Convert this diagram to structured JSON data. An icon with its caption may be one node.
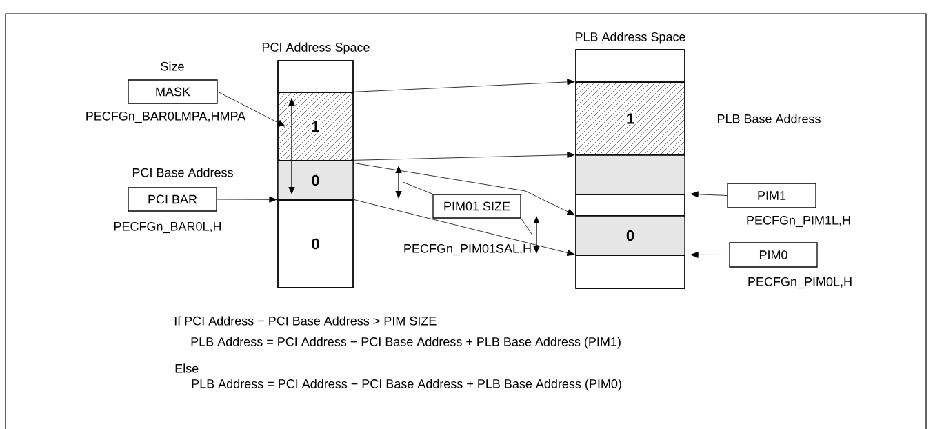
{
  "diagram": {
    "nodes": [
      {
        "text": [
          "PCI Address Space"
        ]
      },
      {
        "text": [],
        "shape": "box",
        "in": 0
      },
      {
        "text": [
          "1"
        ],
        "in": 0
      },
      {
        "text": [
          "0"
        ],
        "in": 0
      },
      {
        "text": [
          "0"
        ],
        "in": 0
      },
      {
        "text": [
          "PLB Address Space"
        ]
      },
      {
        "text": [],
        "shape": "box",
        "in": 5
      },
      {
        "text": [
          "1"
        ],
        "in": 5
      },
      {
        "text": [],
        "shape": "box",
        "in": 5
      },
      {
        "text": [],
        "shape": "box",
        "in": 5
      },
      {
        "text": [
          "0"
        ],
        "in": 5
      },
      {
        "text": [],
        "shape": "box",
        "in": 5
      },
      {
        "text": [
          "Size",
          "MASK"
        ],
        "beside": [
          "PECFGn_BAR0LMPA,HMPA"
        ]
      },
      {
        "text": [
          "PCI Base Address",
          "PCI BAR"
        ],
        "beside": [
          "PECFGn_BAR0L,H"
        ]
      },
      {
        "text": [
          "PIM01 SIZE"
        ]
      },
      {
        "text": [
          "PIM1"
        ],
        "beside": [
          "PECFGn_PIM1L,H"
        ]
      },
      {
        "text": [
          "PIM0"
        ],
        "beside": [
          "PECFGn_PIM0L,H"
        ]
      },
      {
        "text": [],
        "shape": "arrow",
        "in": 0
      },
      {
        "text": [],
        "shape": "arrow"
      },
      {
        "text": [],
        "shape": "arrow"
      }
    ],
    "edges": [
      {
        "from": 12,
        "to": 2,
        "arrow": "to"
      },
      {
        "from": 13,
        "to": 4,
        "arrow": "to"
      },
      {
        "from": 2,
        "to": 7,
        "arrow": "to"
      },
      {
        "from": 3,
        "to": 8,
        "arrow": "to"
      },
      {
        "from": 3,
        "to": 10,
        "arrow": "to"
      },
      {
        "from": 4,
        "to": 11,
        "arrow": "to"
      },
      {
        "from": 14,
        "to": 18,
        "arrow": "none"
      },
      {
        "from": 14,
        "to": 19,
        "arrow": "none"
      },
      {
        "from": 15,
        "to": 9,
        "arrow": "to"
      },
      {
        "from": 16,
        "to": 11,
        "arrow": "to"
      }
    ],
    "labels": [
      "PLB Base Address",
      "PECFGn_PIM01SAL,H",
      "If PCI Address − PCI Base Address > PIM SIZE",
      "PLB Address = PCI Address − PCI Base Address + PLB Base Address (PIM1)",
      "Else",
      "PLB Address = PCI Address − PCI Base Address + PLB Base Address (PIM0)"
    ]
  }
}
